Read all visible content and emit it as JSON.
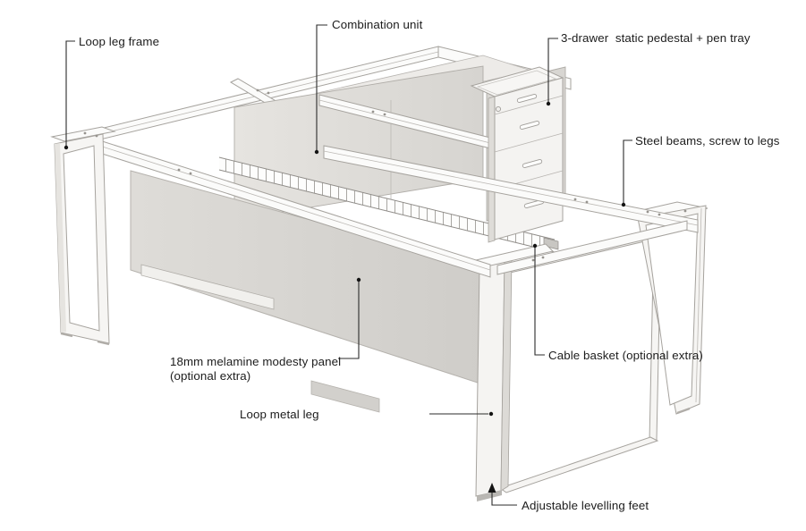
{
  "page": {
    "kind": "furniture assembly exploded-view diagram",
    "subject": "L-shaped desk frame with pedestal"
  },
  "colors": {
    "background": "#ffffff",
    "label_text": "#1c1c1c",
    "leader_line": "#2b2b2b",
    "drawing_outline": "#a6a39e",
    "panel_fill": "#d8d6d2",
    "beam_fill": "#fbfbfa"
  },
  "diagram": {
    "labels": [
      {
        "id": "loop-leg-frame",
        "text": "Loop leg frame"
      },
      {
        "id": "combination-unit",
        "text": "Combination unit"
      },
      {
        "id": "pedestal",
        "text": "3-drawer  static pedestal + pen tray"
      },
      {
        "id": "steel-beams",
        "text": "Steel beams, screw to legs"
      },
      {
        "id": "cable-basket",
        "text": "Cable basket (optional extra)"
      },
      {
        "id": "modesty-panel",
        "text_line1": "18mm melamine modesty panel",
        "text_line2": "(optional extra)"
      },
      {
        "id": "loop-metal-leg",
        "text": "Loop metal leg"
      },
      {
        "id": "levelling-feet",
        "text": "Adjustable levelling feet"
      }
    ]
  }
}
